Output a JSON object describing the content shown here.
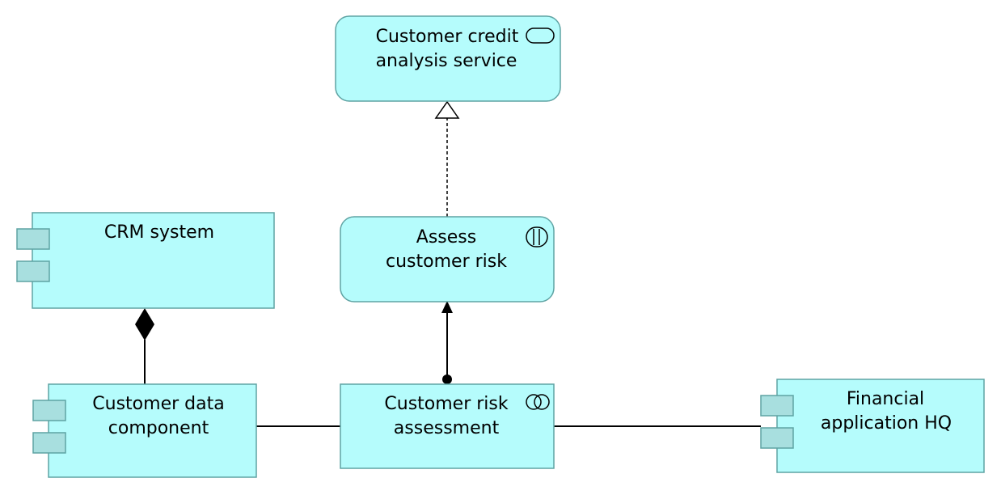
{
  "diagram": {
    "colors": {
      "fill": "#b5fcfc",
      "stroke": "#5fa3a3",
      "stub_fill": "#a8dfdf",
      "line": "#000000"
    },
    "nodes": {
      "credit_service": {
        "type": "application-service",
        "icon": "service-icon",
        "line1": "Customer credit",
        "line2": "analysis service"
      },
      "assess_risk": {
        "type": "application-function",
        "icon": "function-icon",
        "line1": "Assess",
        "line2": "customer risk"
      },
      "crm_system": {
        "type": "application-component",
        "icon": "component-icon",
        "line1": "CRM system"
      },
      "customer_data": {
        "type": "application-component",
        "icon": "component-icon",
        "line1": "Customer data",
        "line2": "component"
      },
      "risk_assessment": {
        "type": "application-collaboration",
        "icon": "collaboration-icon",
        "line1": "Customer risk",
        "line2": "assessment"
      },
      "financial_hq": {
        "type": "application-component",
        "icon": "component-icon",
        "line1": "Financial",
        "line2": "application HQ"
      }
    },
    "relations": [
      {
        "type": "realization",
        "from": "assess_risk",
        "to": "credit_service"
      },
      {
        "type": "assignment",
        "from": "risk_assessment",
        "to": "assess_risk"
      },
      {
        "type": "composition",
        "from": "crm_system",
        "to": "customer_data"
      },
      {
        "type": "association",
        "from": "customer_data",
        "to": "risk_assessment"
      },
      {
        "type": "association",
        "from": "risk_assessment",
        "to": "financial_hq"
      }
    ]
  }
}
